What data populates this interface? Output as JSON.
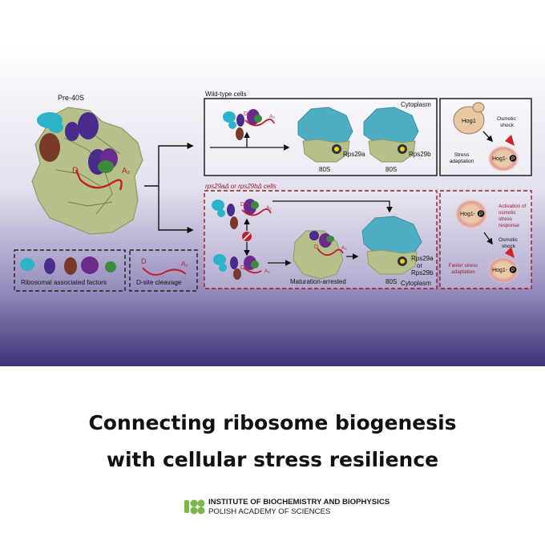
{
  "figure": {
    "pre40s_label": "Pre-40S",
    "d_label": "D",
    "a2_label": "A₂",
    "wildtype_label": "Wild-type cells",
    "cytoplasm_label": "Cytoplasm",
    "mutant_label": "rps29aΔ or rps29bΔ cells",
    "label_80s": "80S",
    "rps29a": "Rps29a",
    "rps29b": "Rps29b",
    "rps29a_or": "Rps29a",
    "or_word": "or",
    "rps29b_or": "Rps29b",
    "maturation_arrested": "Maturation-arrested",
    "legend_factors": "Ribosomal associated factors",
    "legend_cleavage": "D-site cleavage",
    "hog1": "Hog1",
    "hog1_p": "Hog1-",
    "p_badge": "P",
    "osmotic": "Osmotic",
    "shock": "shock",
    "stress": "Stress",
    "adaptation": "adaptation",
    "activation_1": "Activation of",
    "activation_2": "osmotic",
    "activation_3": "stress",
    "activation_4": "response",
    "faster_1": "Faster stress",
    "faster_2": "adaptation"
  },
  "caption": {
    "line1": "Connecting ribosome biogenesis",
    "line2": "with cellular stress resilience"
  },
  "institute": {
    "name": "INSTITUTE OF BIOCHEMISTRY AND BIOPHYSICS",
    "academy": "POLISH ACADEMY OF SCIENCES"
  },
  "colors": {
    "subunit_green": "#b5c08a",
    "ribosome_blue": "#4eaec4",
    "dashed_red": "#9b1b30",
    "factor_purple": "#4a2b8c",
    "factor_brown": "#7a3a2a",
    "factor_cyan": "#2bb3c9",
    "factor_green": "#3c8a3c",
    "logo_green": "#7ab648"
  }
}
